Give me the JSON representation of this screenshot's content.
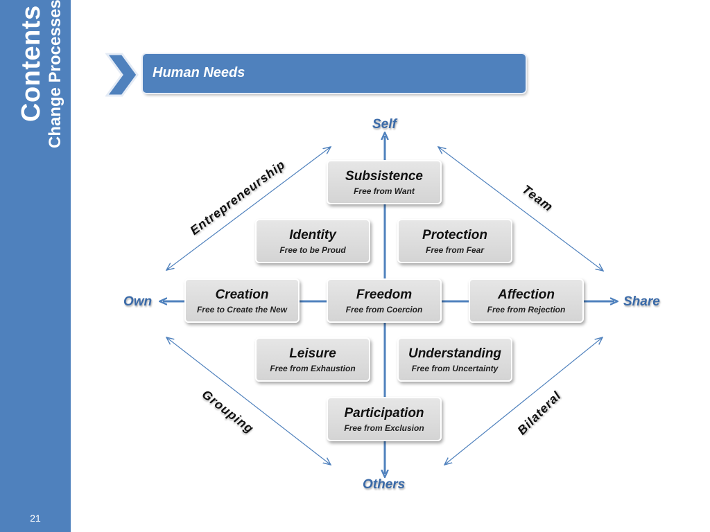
{
  "sidebar": {
    "title": "Contents",
    "subtitle": "Change Processes",
    "page_number": "21"
  },
  "header": {
    "title": "Human Needs"
  },
  "axes": {
    "top": "Self",
    "bottom": "Others",
    "left": "Own",
    "right": "Share"
  },
  "diagonals": {
    "top_left": "Entrepreneurship",
    "top_right": "Team",
    "bottom_left": "Grouping",
    "bottom_right": "Bilateral"
  },
  "needs": [
    {
      "name": "Subsistence",
      "freedom": "Free from Want"
    },
    {
      "name": "Identity",
      "freedom": "Free to be Proud"
    },
    {
      "name": "Protection",
      "freedom": "Free from Fear"
    },
    {
      "name": "Creation",
      "freedom": "Free to Create the New"
    },
    {
      "name": "Freedom",
      "freedom": "Free from Coercion"
    },
    {
      "name": "Affection",
      "freedom": "Free from Rejection"
    },
    {
      "name": "Leisure",
      "freedom": "Free from Exhaustion"
    },
    {
      "name": "Understanding",
      "freedom": "Free from Uncertainty"
    },
    {
      "name": "Participation",
      "freedom": "Free from Exclusion"
    }
  ],
  "colors": {
    "accent": "#4f81bd",
    "label": "#3a6aa8",
    "box": "#dcdcdc"
  }
}
